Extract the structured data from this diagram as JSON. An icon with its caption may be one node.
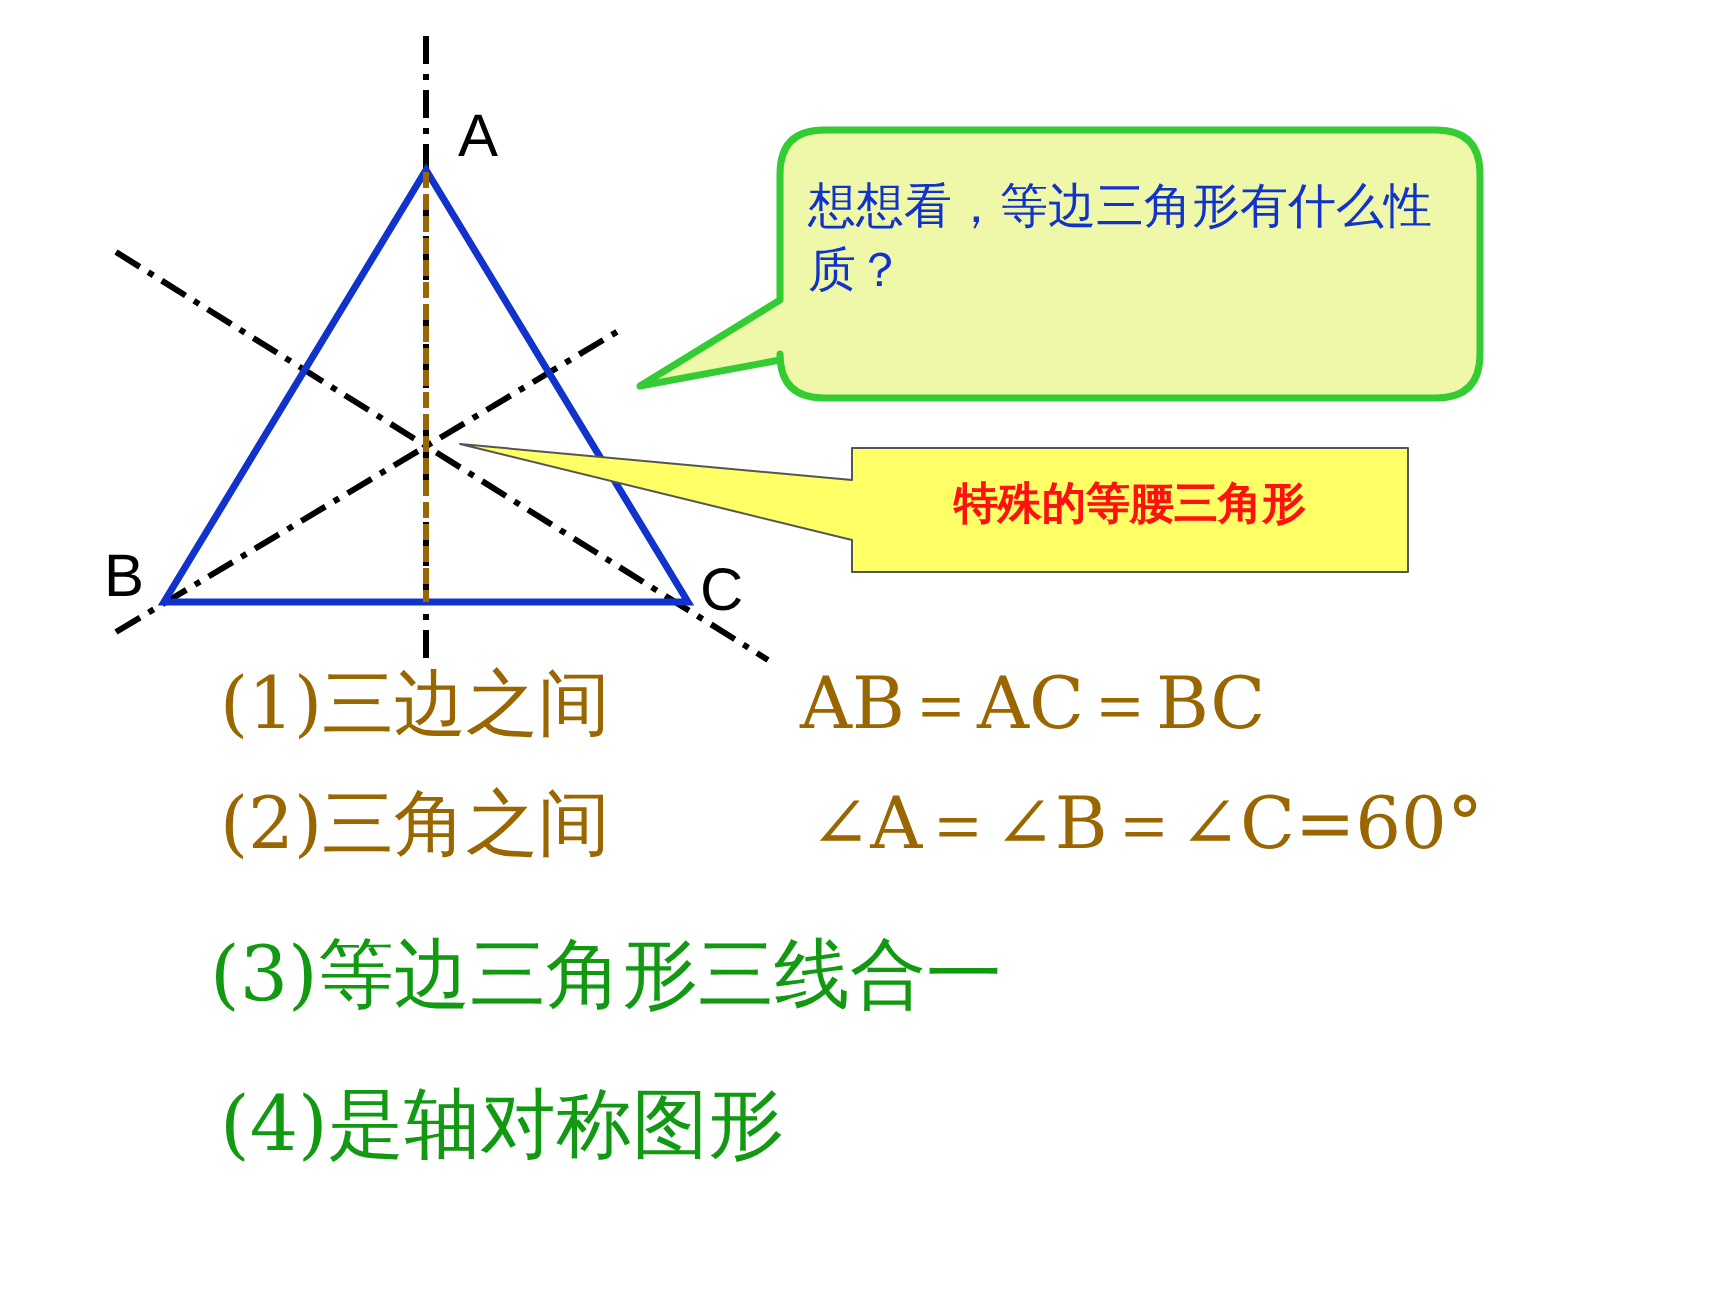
{
  "diagram": {
    "nodes": [
      {
        "text": [
          "想想看，等边三角形有什么性质？"
        ]
      },
      {
        "text": [
          "特殊的等腰三角形"
        ]
      }
    ],
    "labels": [
      "A",
      "B",
      "C",
      "(1)三边之间",
      "AB＝AC＝BC",
      "(2)三角之间",
      "∠A＝∠B＝∠C=60°",
      "(3)等边三角形三线合一",
      "(4)是轴对称图形"
    ]
  }
}
